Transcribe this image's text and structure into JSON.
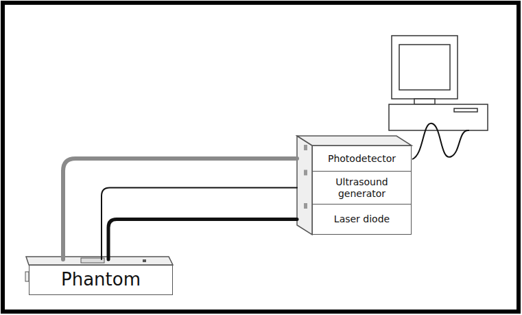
{
  "diagram": {
    "nodes": [
      {
        "text": [
          "Phantom"
        ]
      },
      {
        "text": [
          "Photodetector"
        ]
      },
      {
        "text": [
          "Ultrasound generator"
        ]
      },
      {
        "text": [
          "Laser diode"
        ]
      }
    ],
    "edges": [
      {
        "from": 0,
        "to": 1,
        "arrow": "none"
      },
      {
        "from": 0,
        "to": 2,
        "arrow": "none"
      },
      {
        "from": 0,
        "to": 3,
        "arrow": "none"
      }
    ]
  }
}
